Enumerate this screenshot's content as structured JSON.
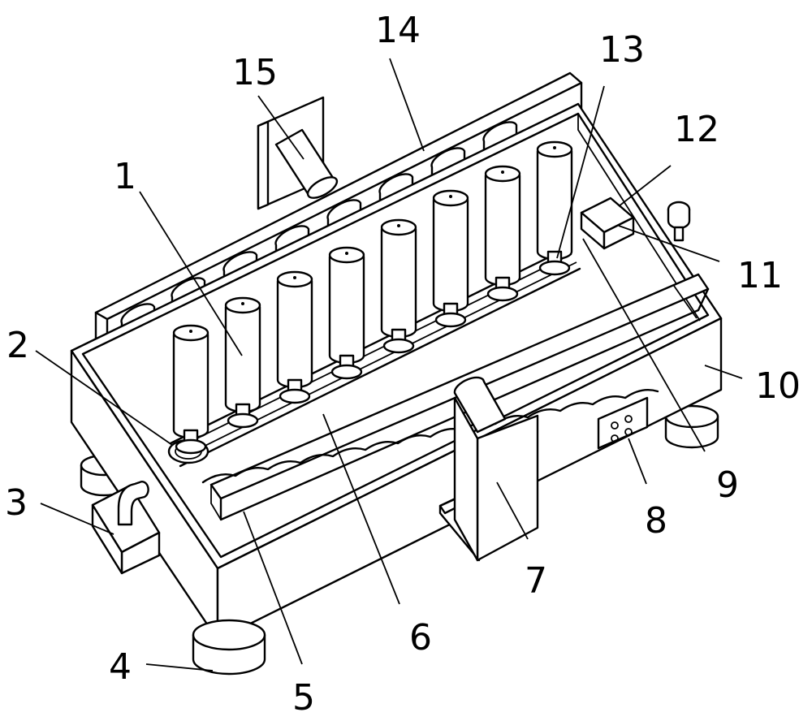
{
  "labels": {
    "l1": "1",
    "l2": "2",
    "l3": "3",
    "l4": "4",
    "l5": "5",
    "l6": "6",
    "l7": "7",
    "l8": "8",
    "l9": "9",
    "l10": "10",
    "l11": "11",
    "l12": "12",
    "l13": "13",
    "l14": "14",
    "l15": "15"
  },
  "colors": {
    "line": "#000000",
    "background": "#ffffff"
  }
}
